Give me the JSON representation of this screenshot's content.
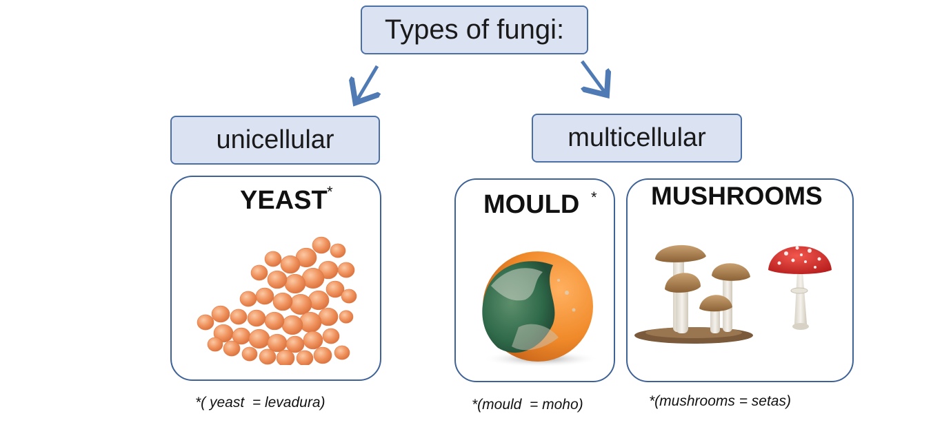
{
  "title": "Types of fungi:",
  "categories": {
    "unicellular": "unicellular",
    "multicellular": "multicellular"
  },
  "cards": {
    "yeast": {
      "title": "YEAST",
      "asterisk": "*",
      "note": "*( yeast  = levadura)"
    },
    "mould": {
      "title": "MOULD",
      "asterisk": "*",
      "note": "*(mould  = moho)"
    },
    "mushrooms": {
      "title": "MUSHROOMS",
      "note": "*(mushrooms = setas)"
    }
  },
  "colors": {
    "box_fill": "#dbe3f3",
    "box_border": "#4a6fa5",
    "arrow": "#4f7ab3",
    "yeast_cell": "#f0935e",
    "mould_orange": "#f08a2a",
    "mould_green": "#2f6a4a",
    "mushroom_cap_brown": "#a07848",
    "amanita_red": "#d8322e"
  }
}
